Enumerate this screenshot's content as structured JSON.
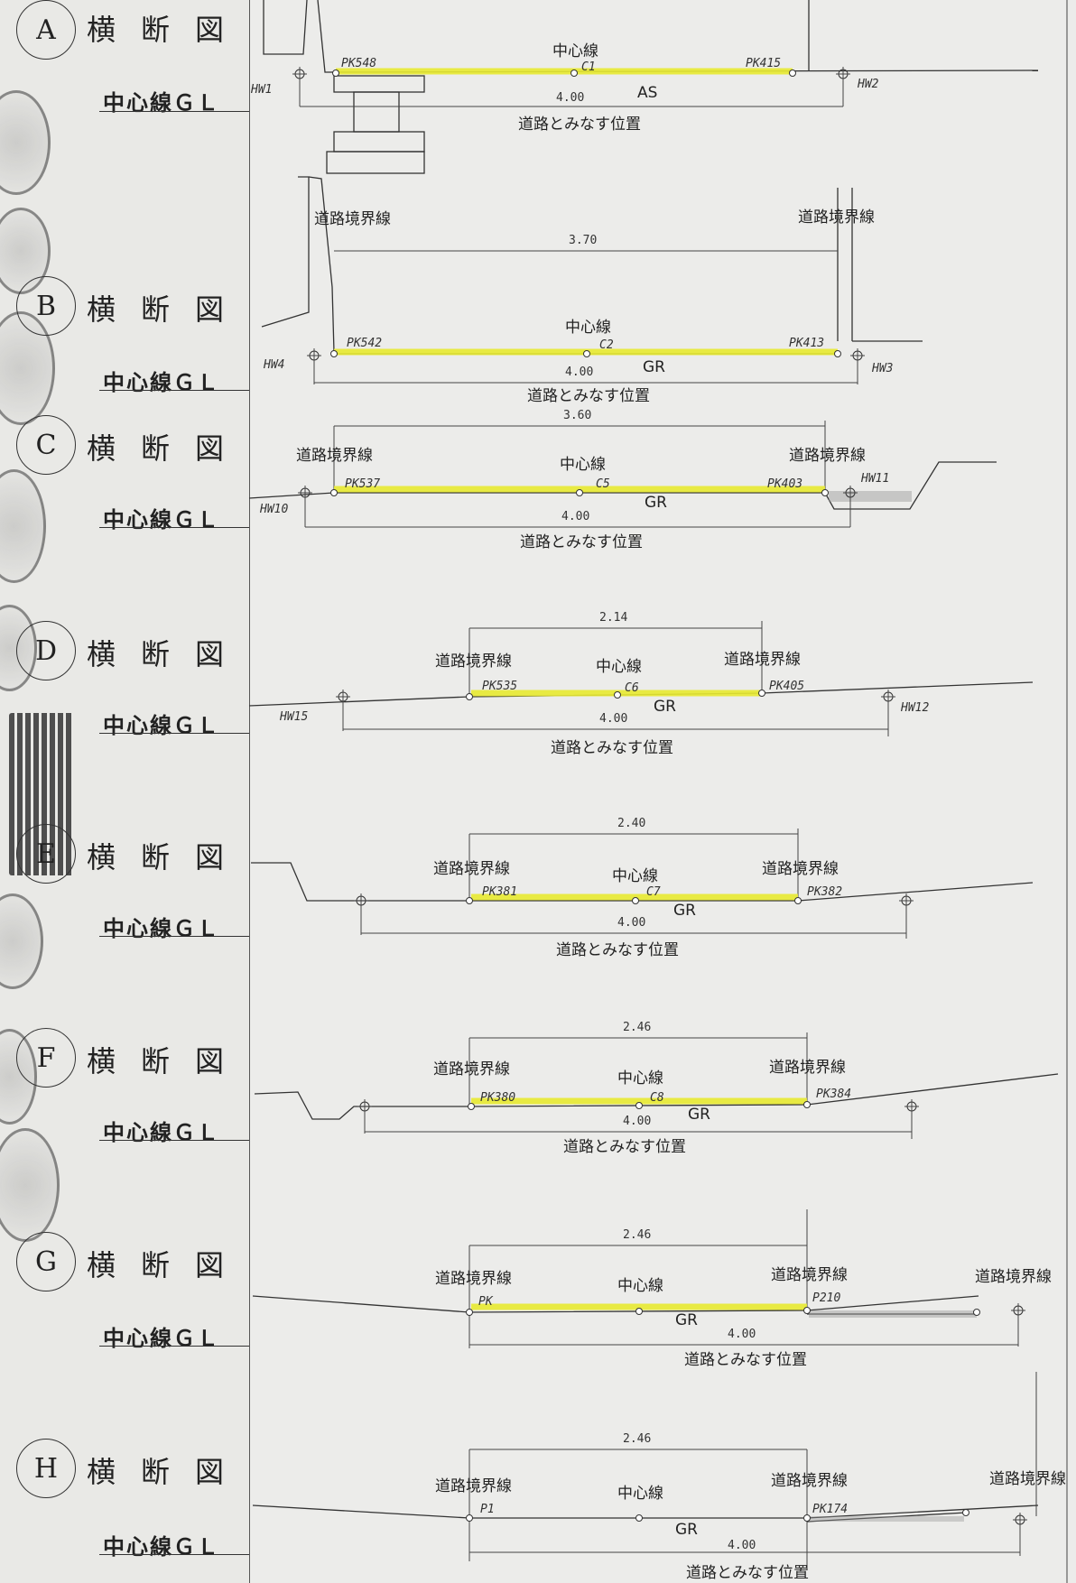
{
  "sections": [
    {
      "letter": "A",
      "title": "横断図",
      "gl": "中心線ＧＬ",
      "left_label": "PK548",
      "center_label": "中心線",
      "center_point": "C1",
      "right_label": "PK415",
      "left_marker": "HW1",
      "right_marker": "HW2",
      "width": "4.00",
      "surface": "AS",
      "position_label": "道路とみなす位置",
      "boundary_width": ""
    },
    {
      "letter": "B",
      "title": "横断図",
      "gl": "中心線ＧＬ",
      "left_label": "PK542",
      "center_label": "中心線",
      "center_point": "C2",
      "right_label": "PK413",
      "left_marker": "HW4",
      "right_marker": "HW3",
      "width": "4.00",
      "surface": "GR",
      "position_label": "道路とみなす位置",
      "boundary_width": "3.70",
      "boundary_left": "道路境界線",
      "boundary_right": "道路境界線"
    },
    {
      "letter": "C",
      "title": "横断図",
      "gl": "中心線ＧＬ",
      "left_label": "PK537",
      "center_label": "中心線",
      "center_point": "C5",
      "right_label": "PK403",
      "left_marker": "HW10",
      "right_marker": "HW11",
      "width": "4.00",
      "surface": "GR",
      "position_label": "道路とみなす位置",
      "boundary_width": "3.60",
      "boundary_left": "道路境界線",
      "boundary_right": "道路境界線"
    },
    {
      "letter": "D",
      "title": "横断図",
      "gl": "中心線ＧＬ",
      "left_label": "PK535",
      "center_label": "中心線",
      "center_point": "C6",
      "right_label": "PK405",
      "left_marker": "HW15",
      "right_marker": "HW12",
      "width": "4.00",
      "surface": "GR",
      "position_label": "道路とみなす位置",
      "boundary_width": "2.14",
      "boundary_left": "道路境界線",
      "boundary_right": "道路境界線"
    },
    {
      "letter": "E",
      "title": "横断図",
      "gl": "中心線ＧＬ",
      "left_label": "PK381",
      "center_label": "中心線",
      "center_point": "C7",
      "right_label": "PK382",
      "left_marker": "",
      "right_marker": "",
      "width": "4.00",
      "surface": "GR",
      "position_label": "道路とみなす位置",
      "boundary_width": "2.40",
      "boundary_left": "道路境界線",
      "boundary_right": "道路境界線"
    },
    {
      "letter": "F",
      "title": "横断図",
      "gl": "中心線ＧＬ",
      "left_label": "PK380",
      "center_label": "中心線",
      "center_point": "C8",
      "right_label": "PK384",
      "left_marker": "",
      "right_marker": "",
      "width": "4.00",
      "surface": "GR",
      "position_label": "道路とみなす位置",
      "boundary_width": "2.46",
      "boundary_left": "道路境界線",
      "boundary_right": "道路境界線"
    },
    {
      "letter": "G",
      "title": "横断図",
      "gl": "中心線ＧＬ",
      "left_label": "PK",
      "center_label": "中心線",
      "center_point": "",
      "right_label": "P210",
      "left_marker": "",
      "right_marker": "",
      "width": "4.00",
      "surface": "GR",
      "position_label": "道路とみなす位置",
      "boundary_width": "2.46",
      "boundary_left": "道路境界線",
      "boundary_right": "道路境界線",
      "boundary_far": "道路境界線"
    },
    {
      "letter": "H",
      "title": "横断図",
      "gl": "中心線ＧＬ",
      "left_label": "P1",
      "center_label": "中心線",
      "center_point": "",
      "right_label": "PK174",
      "left_marker": "",
      "right_marker": "",
      "width": "4.00",
      "surface": "GR",
      "position_label": "道路とみなす位置",
      "boundary_width": "2.46",
      "boundary_left": "道路境界線",
      "boundary_right": "道路境界線",
      "boundary_far": "道路境界線"
    }
  ],
  "colors": {
    "highlight": "#e8ea32",
    "ink": "#222222",
    "paper": "#ececea"
  }
}
